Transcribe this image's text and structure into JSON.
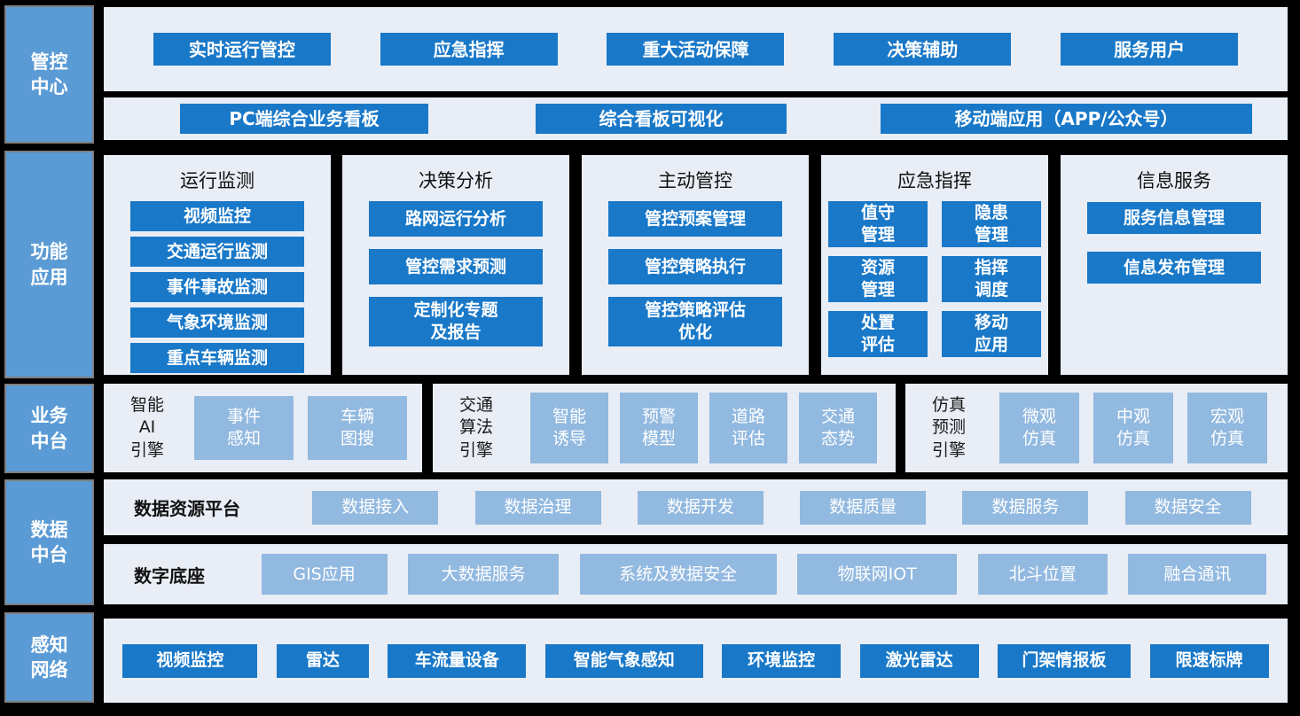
{
  "colors": {
    "background": "#000000",
    "sidebar_block": "#5B9BD5",
    "sidebar_border": "#7F7F7F",
    "panel_background": "#E9EDF5",
    "dark_button": "#1978C8",
    "light_button": "#92B9E0",
    "text_on_blue": "#FFFFFF",
    "text_dark": "#111111"
  },
  "sidebar": {
    "items": [
      {
        "label": "管控\n中心"
      },
      {
        "label": "功能\n应用"
      },
      {
        "label": "业务\n中台"
      },
      {
        "label": "数据\n中台"
      },
      {
        "label": "感知\n网络"
      }
    ]
  },
  "control_center": {
    "top_buttons": [
      "实时运行管控",
      "应急指挥",
      "重大活动保障",
      "决策辅助",
      "服务用户"
    ],
    "board_buttons": [
      "PC端综合业务看板",
      "综合看板可视化",
      "移动端应用（APP/公众号）"
    ]
  },
  "function_apps": {
    "columns": [
      {
        "title": "运行监测",
        "items": [
          "视频监控",
          "交通运行监测",
          "事件事故监测",
          "气象环境监测",
          "重点车辆监测"
        ]
      },
      {
        "title": "决策分析",
        "items": [
          "路网运行分析",
          "管控需求预测",
          "定制化专题\n及报告"
        ]
      },
      {
        "title": "主动管控",
        "items": [
          "管控预案管理",
          "管控策略执行",
          "管控策略评估\n优化"
        ]
      },
      {
        "title": "应急指挥",
        "grid": [
          "值守\n管理",
          "隐患\n管理",
          "资源\n管理",
          "指挥\n调度",
          "处置\n评估",
          "移动\n应用"
        ]
      },
      {
        "title": "信息服务",
        "items": [
          "服务信息管理",
          "信息发布管理"
        ]
      }
    ]
  },
  "business_platform": {
    "groups": [
      {
        "label": "智能\nAI\n引擎",
        "items": [
          "事件\n感知",
          "车辆\n图搜"
        ]
      },
      {
        "label": "交通\n算法\n引擎",
        "items": [
          "智能\n诱导",
          "预警\n模型",
          "道路\n评估",
          "交通\n态势"
        ]
      },
      {
        "label": "仿真\n预测\n引擎",
        "items": [
          "微观\n仿真",
          "中观\n仿真",
          "宏观\n仿真"
        ]
      }
    ]
  },
  "data_platform": {
    "rows": [
      {
        "label": "数据资源平台",
        "items": [
          "数据接入",
          "数据治理",
          "数据开发",
          "数据质量",
          "数据服务",
          "数据安全"
        ]
      },
      {
        "label": "数字底座",
        "items": [
          "GIS应用",
          "大数据服务",
          "系统及数据安全",
          "物联网IOT",
          "北斗位置",
          "融合通讯"
        ]
      }
    ]
  },
  "perception_network": {
    "items": [
      "视频监控",
      "雷达",
      "车流量设备",
      "智能气象感知",
      "环境监控",
      "激光雷达",
      "门架情报板",
      "限速标牌"
    ]
  }
}
